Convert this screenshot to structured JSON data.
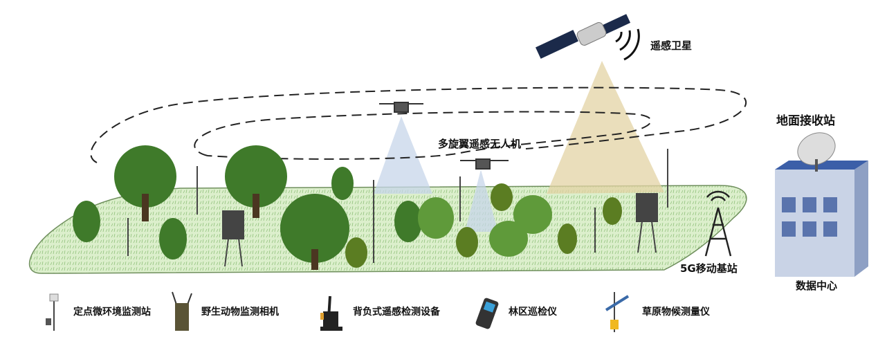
{
  "labels": {
    "satellite": "遥感卫星",
    "ground_station": "地面接收站",
    "drone": "多旋翼遥感无人机",
    "base_station": "5G移动基站",
    "data_center": "数据中心"
  },
  "legend": [
    {
      "icon": "micro-environment-station-icon",
      "label": "定点微环境监测站"
    },
    {
      "icon": "wildlife-camera-icon",
      "label": "野生动物监测相机"
    },
    {
      "icon": "backpack-sensor-icon",
      "label": "背负式遥感检测设备"
    },
    {
      "icon": "handheld-patrol-device-icon",
      "label": "林区巡检仪"
    },
    {
      "icon": "phenology-meter-icon",
      "label": "草原物候测量仪"
    }
  ],
  "colors": {
    "ground": "#d6ebc4",
    "tree": "#3f7a2a",
    "satellite_beam": "#e3d3a4",
    "drone_beam": "#c7d6ea",
    "building": "#c9d3e6",
    "building_roof": "#3c5fa8"
  }
}
